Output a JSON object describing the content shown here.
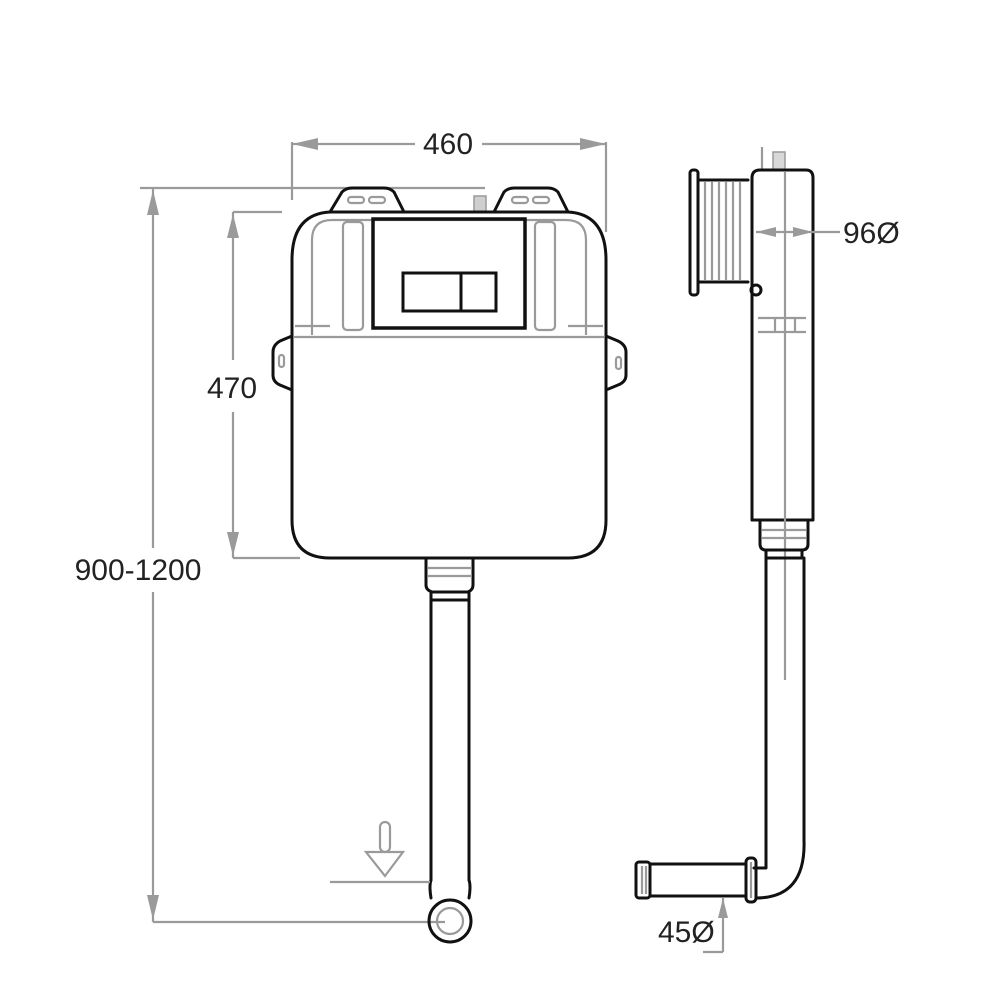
{
  "diagram": {
    "subject": "concealed cistern with flush pipe — front and side views",
    "colors": {
      "outline": "#111111",
      "dimension": "#9a9a9a",
      "text": "#222222",
      "background": "#ffffff"
    },
    "dimensions": {
      "width": "460",
      "tank_height": "470",
      "total_height": "900-1200",
      "side_diameter": "96Ø",
      "outlet_diameter": "45Ø"
    },
    "symbols": [
      "floor-level-marker"
    ]
  }
}
